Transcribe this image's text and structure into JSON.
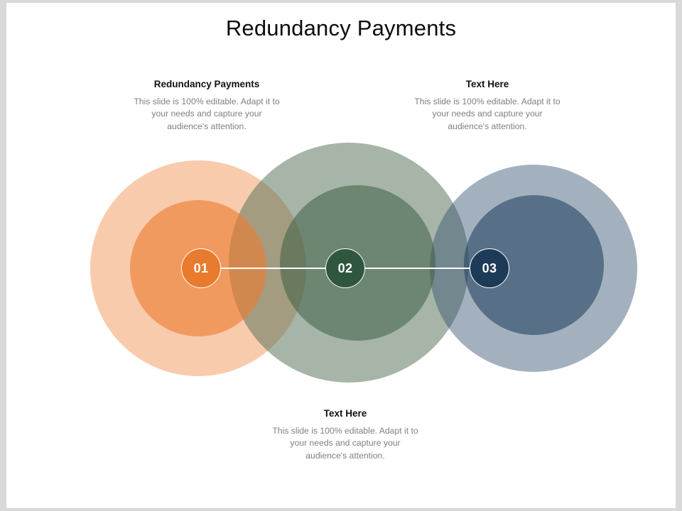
{
  "slide": {
    "title": "Redundancy Payments",
    "background_color": "#ffffff",
    "border_color": "#d9d9d9"
  },
  "text_blocks": [
    {
      "heading": "Redundancy Payments",
      "body": "This slide is 100% editable. Adapt it to your needs and capture your audience's attention.",
      "position": "top-left"
    },
    {
      "heading": "Text Here",
      "body": "This slide is 100% editable. Adapt it to your needs and capture your audience's attention.",
      "position": "top-right"
    },
    {
      "heading": "Text Here",
      "body": "This slide is 100% editable. Adapt it to your needs and capture your audience's attention.",
      "position": "bottom-center"
    }
  ],
  "diagram": {
    "type": "overlapping-concentric-circles",
    "connector": "horizontal-white-line",
    "steps": [
      {
        "number": "01",
        "badge_color": "#e97b2e",
        "outer_color": "#ed7d31",
        "mid_color": "#ed7d31",
        "label": "step-one"
      },
      {
        "number": "02",
        "badge_color": "#2f5740",
        "outer_color": "#547258",
        "mid_color": "#3c5f44",
        "label": "step-two"
      },
      {
        "number": "03",
        "badge_color": "#1d3a57",
        "outer_color": "#34536e",
        "mid_color": "#204161",
        "label": "step-three"
      }
    ]
  },
  "colors": {
    "title_text": "#0d0d0d",
    "heading_text": "#111111",
    "body_text": "#7f7f7f",
    "badge_text": "#ffffff",
    "connector": "#ffffff"
  }
}
